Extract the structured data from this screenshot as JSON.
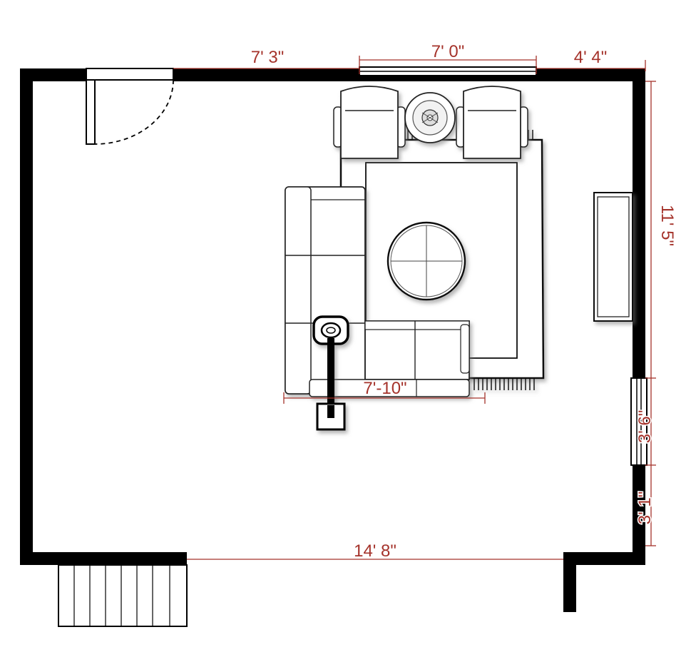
{
  "colors": {
    "wall": "#000000",
    "dimension": "#a5332b",
    "furniture_stroke": "#222222",
    "furniture_fill": "#ffffff",
    "shadow": "#888888"
  },
  "dimensions": {
    "top_left_wall": "7' 3\"",
    "top_window": "7' 0\"",
    "top_right_wall": "4' 4\"",
    "right_upper_wall": "11' 5\"",
    "right_window": "3' 6\"",
    "right_lower_wall": "3' 1\"",
    "bottom_opening": "14' 8\"",
    "sectional_width": "7'-10\""
  },
  "elements": {
    "door": "door-swing-icon",
    "stairs": "stairs-icon",
    "floor_lamp": "floor-lamp-icon",
    "side_table": "round-side-table-icon",
    "coffee_table": "round-ottoman-icon",
    "tv_console": "media-console-icon"
  }
}
